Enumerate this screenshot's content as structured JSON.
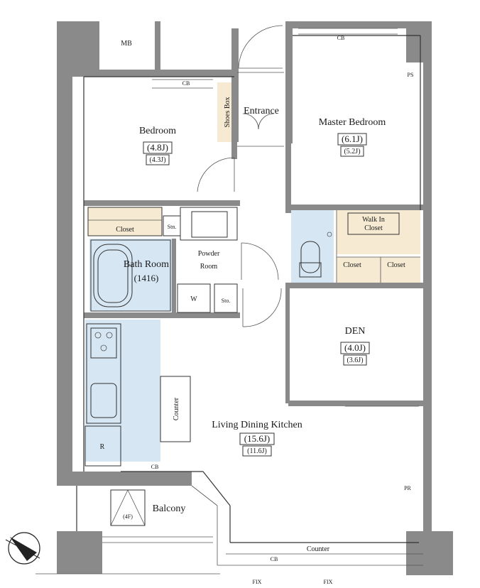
{
  "rooms": {
    "mb": "MB",
    "shoes_box": "Shoes Box",
    "entrance": "Entrance",
    "master_bedroom": {
      "name": "Master Bedroom",
      "size": "(6.1J)",
      "sub": "(5.2J)"
    },
    "bedroom": {
      "name": "Bedroom",
      "size": "(4.8J)",
      "sub": "(4.3J)"
    },
    "closet_bedroom": "Closet",
    "stn": "Stn.",
    "walk_in_closet": [
      "Walk In",
      "Closet"
    ],
    "closet_left": "Closet",
    "closet_right": "Closet",
    "powder_room": [
      "Powder",
      "Room"
    ],
    "bath_room": {
      "name": "Bath Room",
      "size": "(1416)"
    },
    "w": "W",
    "sto": "Sto.",
    "den": {
      "name": "DEN",
      "size": "(4.0J)",
      "sub": "(3.6J)"
    },
    "counter_vertical": "Counter",
    "ldk": {
      "name": "Living Dining Kitchen",
      "size": "(15.6J)",
      "sub": "(11.6J)"
    },
    "refrigerator": "R",
    "balcony": "Balcony",
    "floor": "(4F)",
    "counter_bottom": "Counter"
  },
  "labels": {
    "cb_top_right": "CB",
    "cb_bedroom": "CB",
    "cb_ldk": "CB",
    "cb_bottom": "CB",
    "ps": "PS",
    "pr": "PR",
    "fix_left": "FIX",
    "fix_right": "FIX"
  },
  "colors": {
    "wall": "#8a8a8a",
    "wet_area": "#d6e6f3",
    "closet": "#f6ebd2"
  }
}
